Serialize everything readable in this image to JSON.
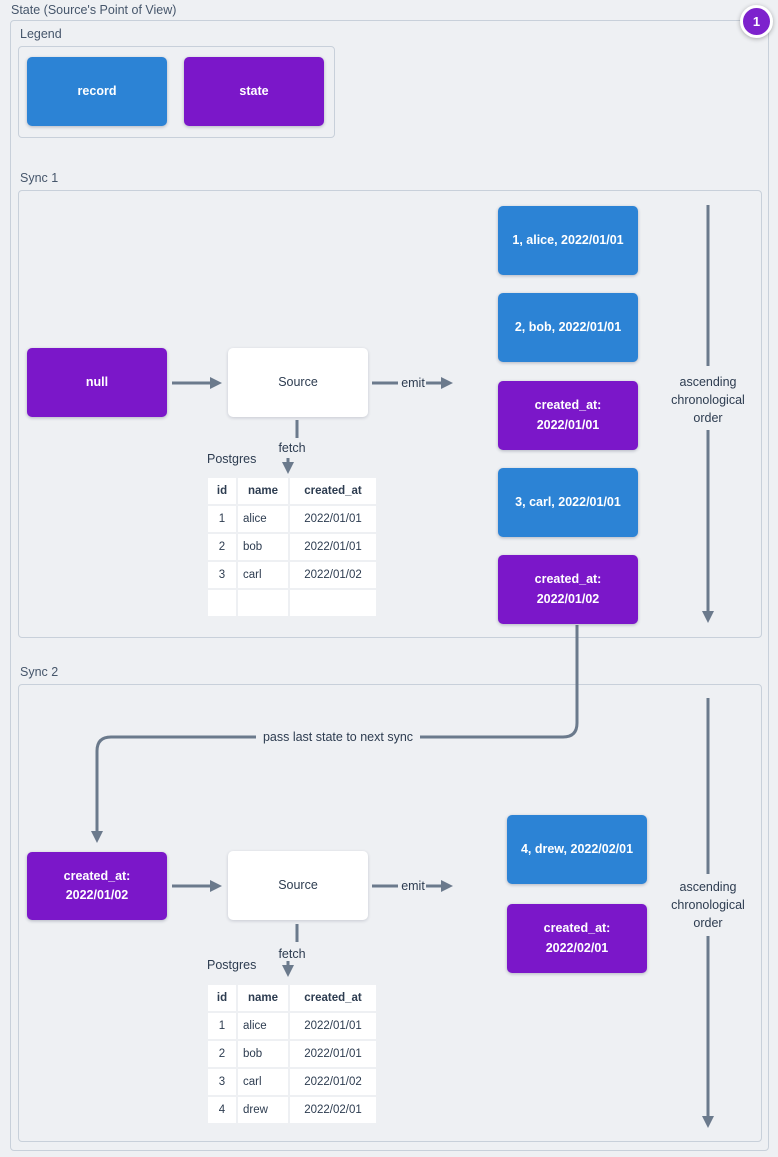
{
  "title": "State (Source's Point of View)",
  "badge": "1",
  "pass_label": "pass last state to next sync",
  "order_label": "ascending chronological order",
  "colors": {
    "bg": "#eef0f3",
    "border": "#c8d0da",
    "label": "#46566b",
    "text": "#2d3c50",
    "arrow": "#6b7a8c",
    "record": "#2c83d5",
    "state": "#7b17c9",
    "badge": "#7d22cd"
  },
  "legend": {
    "label": "Legend",
    "items": [
      {
        "type": "record",
        "label": "record"
      },
      {
        "type": "state",
        "label": "state"
      }
    ]
  },
  "sync1": {
    "label": "Sync 1",
    "input_state": {
      "type": "state",
      "label": "null"
    },
    "source": "Source",
    "emit": "emit",
    "fetch": "fetch",
    "db": "Postgres",
    "table": {
      "headers": [
        "id",
        "name",
        "created_at"
      ],
      "rows": [
        [
          "1",
          "alice",
          "2022/01/01"
        ],
        [
          "2",
          "bob",
          "2022/01/01"
        ],
        [
          "3",
          "carl",
          "2022/01/02"
        ],
        [
          "",
          "",
          ""
        ]
      ]
    },
    "emitted": [
      {
        "type": "record",
        "label": "1, alice, 2022/01/01"
      },
      {
        "type": "record",
        "label": "2, bob, 2022/01/01"
      },
      {
        "type": "state",
        "label": "created_at:\n2022/01/01"
      },
      {
        "type": "record",
        "label": "3, carl, 2022/01/01"
      },
      {
        "type": "state",
        "label": "created_at:\n2022/01/02"
      }
    ]
  },
  "sync2": {
    "label": "Sync 2",
    "input_state": {
      "type": "state",
      "label": "created_at:\n2022/01/02"
    },
    "source": "Source",
    "emit": "emit",
    "fetch": "fetch",
    "db": "Postgres",
    "table": {
      "headers": [
        "id",
        "name",
        "created_at"
      ],
      "rows": [
        [
          "1",
          "alice",
          "2022/01/01"
        ],
        [
          "2",
          "bob",
          "2022/01/01"
        ],
        [
          "3",
          "carl",
          "2022/01/02"
        ],
        [
          "4",
          "drew",
          "2022/02/01"
        ]
      ]
    },
    "emitted": [
      {
        "type": "record",
        "label": "4, drew, 2022/02/01"
      },
      {
        "type": "state",
        "label": "created_at:\n2022/02/01"
      }
    ]
  }
}
